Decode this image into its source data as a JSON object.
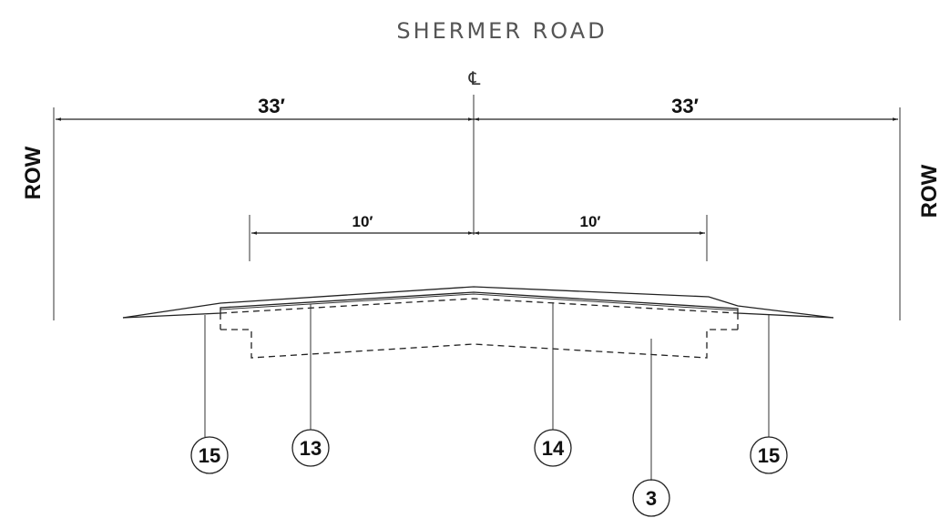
{
  "title": "SHERMER ROAD",
  "centerline_symbol": "℄",
  "row_left": "ROW",
  "row_right": "ROW",
  "dimensions": {
    "row_left": "33′",
    "row_right": "33′",
    "lane_left": "10′",
    "lane_right": "10′"
  },
  "callouts": [
    "15",
    "13",
    "14",
    "3",
    "15"
  ]
}
